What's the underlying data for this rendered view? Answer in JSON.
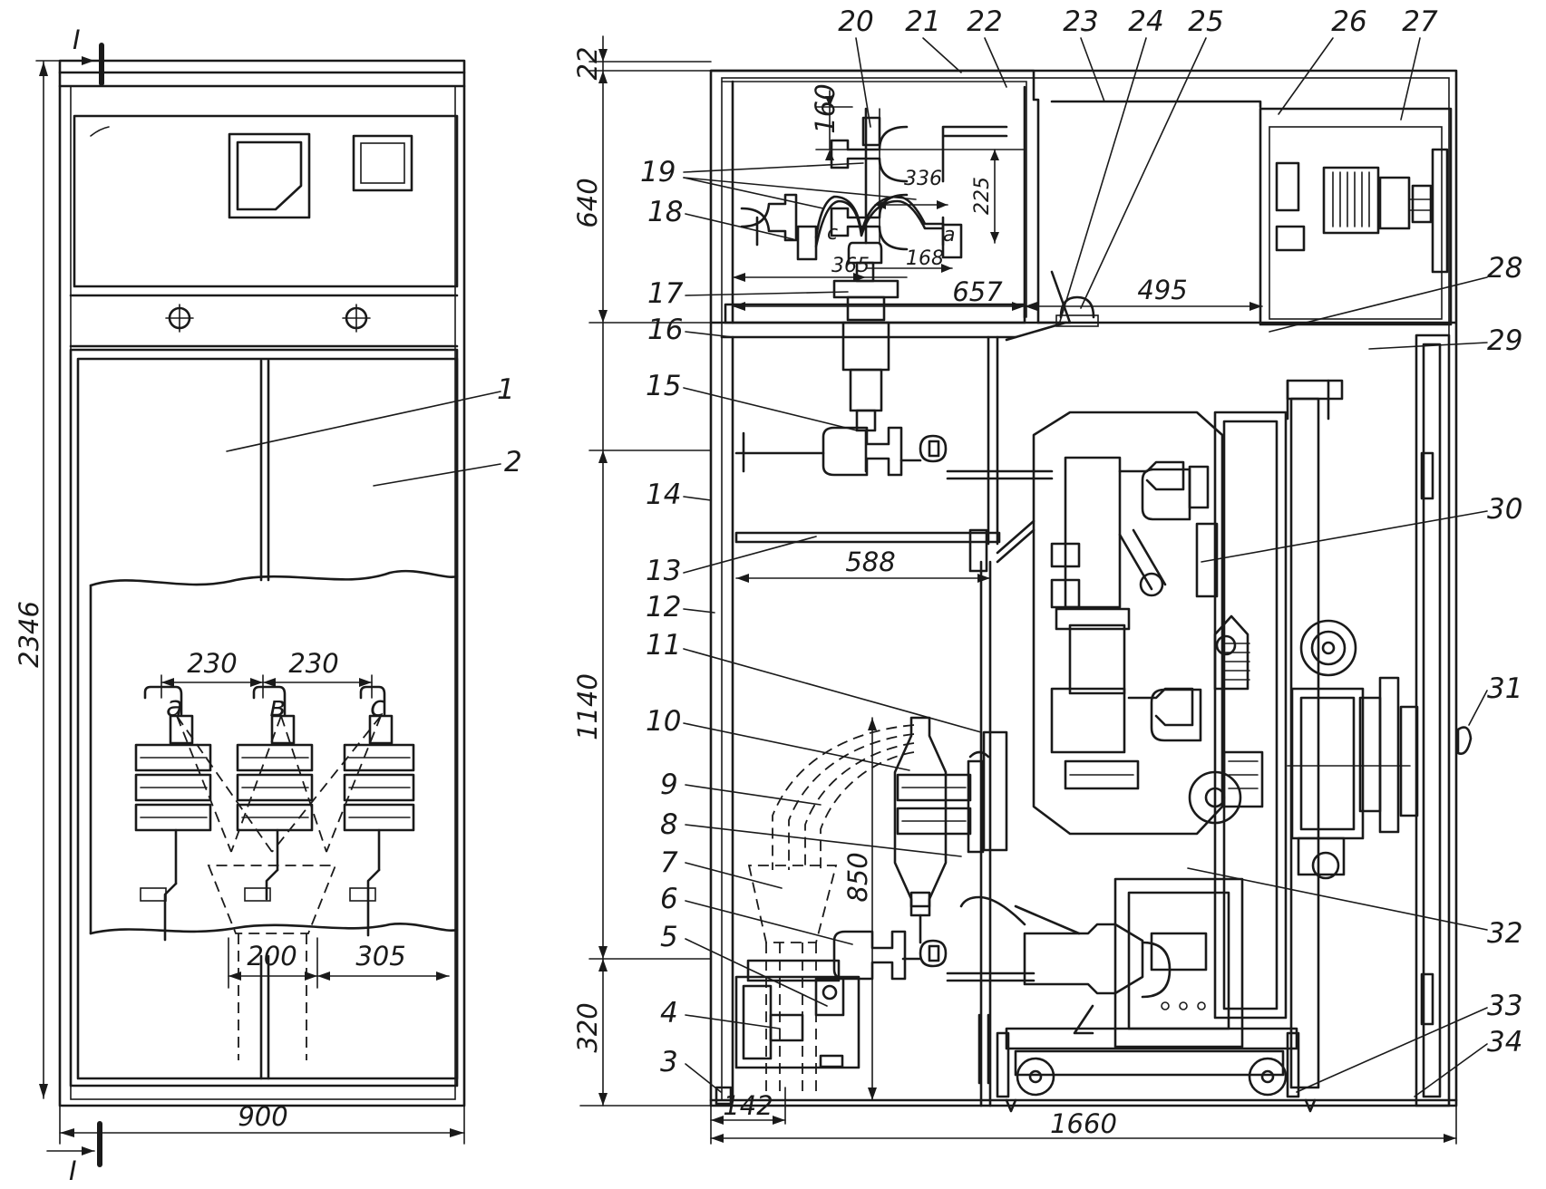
{
  "front_view": {
    "section_mark": "I",
    "section_mark_bottom": "I",
    "height_dim": "2346",
    "width_dim": "900",
    "phase_spacing_1": "230",
    "phase_spacing_2": "230",
    "phase_a": "a",
    "phase_b": "в",
    "phase_c": "c",
    "bottom_dim_1": "200",
    "bottom_dim_2": "305",
    "callout_1": "1",
    "callout_2": "2"
  },
  "section_view": {
    "left_dims": [
      "22",
      "640",
      "1140",
      "320"
    ],
    "bottom_dims": [
      "142",
      "1660"
    ],
    "inner_dims": [
      "160",
      "336",
      "225",
      "365",
      "168",
      "657",
      "495",
      "588",
      "850"
    ],
    "phase_labels": [
      "c",
      "a"
    ],
    "callouts_top": [
      "20",
      "21",
      "22",
      "23",
      "24",
      "25",
      "26",
      "27"
    ],
    "callouts_left": [
      "19",
      "18",
      "17",
      "16",
      "15",
      "14",
      "13",
      "12",
      "11",
      "10",
      "9",
      "8",
      "7",
      "6",
      "5",
      "4",
      "3"
    ],
    "callouts_right": [
      "28",
      "29",
      "30",
      "31",
      "32",
      "33",
      "34"
    ]
  }
}
